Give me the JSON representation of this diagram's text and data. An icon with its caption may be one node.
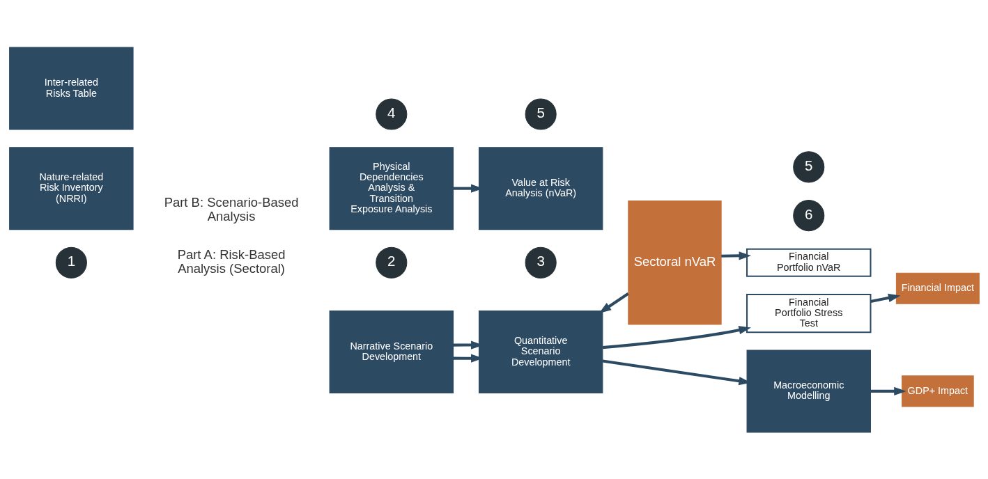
{
  "diagram": {
    "nodes": [
      {
        "text": [
          "1"
        ]
      },
      {
        "text": [
          "Nature-related Risk Inventory (NRRI)"
        ]
      },
      {
        "text": [
          "Inter-related Risks Table"
        ]
      },
      {
        "text": [
          "2"
        ]
      },
      {
        "text": [
          "Physical Dependencies Analysis & Transition Exposure Analysis"
        ]
      },
      {
        "text": [
          "3"
        ]
      },
      {
        "text": [
          "Value at Risk Analysis (nVaR)"
        ]
      },
      {
        "text": [
          "Sectoral nVaR"
        ]
      },
      {
        "text": [
          "Financial Portfolio nVaR"
        ]
      },
      {
        "text": [
          "4"
        ]
      },
      {
        "text": [
          "Narrative Scenario Development"
        ]
      },
      {
        "text": [
          "5"
        ]
      },
      {
        "text": [
          "Quantitative Scenario Development"
        ]
      },
      {
        "text": [
          "6"
        ]
      },
      {
        "text": [
          "Financial Portfolio Stress Test"
        ]
      },
      {
        "text": [
          "Financial Impact"
        ]
      },
      {
        "text": [
          "5"
        ]
      },
      {
        "text": [
          "Macroeconomic Modelling"
        ]
      },
      {
        "text": [
          "GDP+ Impact"
        ]
      }
    ],
    "edges": [
      {
        "from": 4,
        "to": 6,
        "arrow": "to"
      },
      {
        "from": 7,
        "to": 8,
        "arrow": "to"
      },
      {
        "from": 7,
        "to": 12,
        "arrow": "to"
      },
      {
        "from": 10,
        "to": 12,
        "arrow": "to"
      },
      {
        "from": 10,
        "to": 12,
        "arrow": "to"
      },
      {
        "from": 12,
        "to": 14,
        "arrow": "to"
      },
      {
        "from": 14,
        "to": 15,
        "arrow": "to"
      },
      {
        "from": 12,
        "to": 17,
        "arrow": "to"
      },
      {
        "from": 17,
        "to": 18,
        "arrow": "to"
      }
    ],
    "labels": [
      "Part A: Risk-Based Analysis (Sectoral)",
      "Part B: Scenario-Based Analysis"
    ]
  }
}
